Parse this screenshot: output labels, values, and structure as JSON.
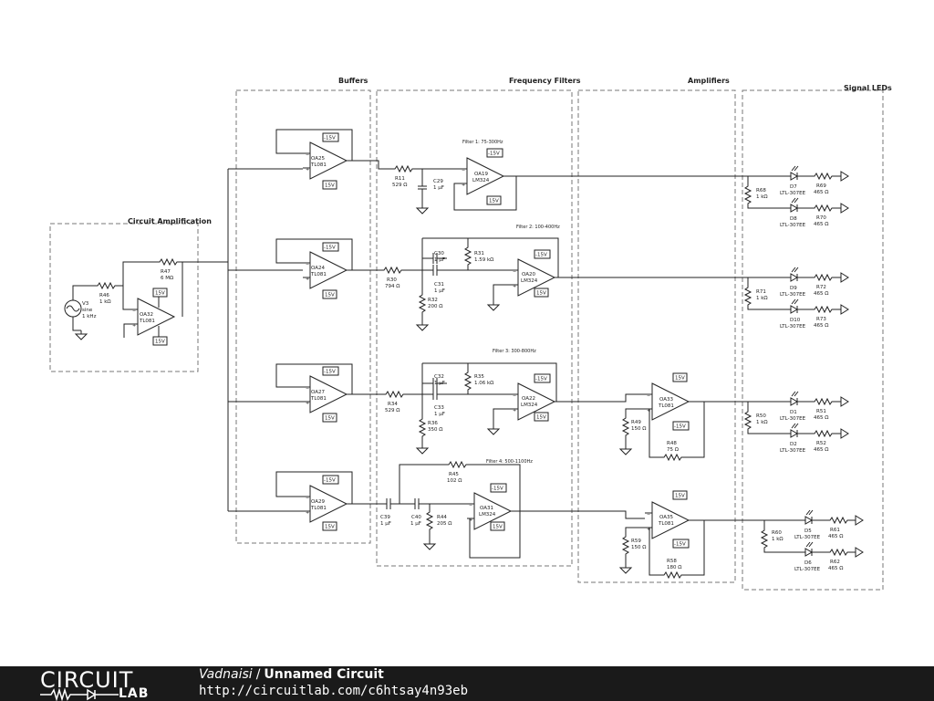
{
  "sections": {
    "circuit_amplification": "Circuit Amplification",
    "buffers": "Buffers",
    "frequency_filters": "Frequency Filters",
    "amplifiers": "Amplifiers",
    "signal_leds": "Signal LEDs"
  },
  "filters": {
    "f1": "Filter 1: 75-300Hz",
    "f2": "Filter 2: 100-400Hz",
    "f3": "Filter 3: 300-800Hz",
    "f4": "Filter 4: 500-1100Hz"
  },
  "source": {
    "name": "V3",
    "type": "sine",
    "freq": "1 kHz"
  },
  "opamps": {
    "oa32": {
      "name": "OA32",
      "part": "TL081"
    },
    "oa25": {
      "name": "OA25",
      "part": "TL081"
    },
    "oa24": {
      "name": "OA24",
      "part": "TL081"
    },
    "oa27": {
      "name": "OA27",
      "part": "TL081"
    },
    "oa29": {
      "name": "OA29",
      "part": "TL081"
    },
    "oa19": {
      "name": "OA19",
      "part": "LM324"
    },
    "oa20": {
      "name": "OA20",
      "part": "LM324"
    },
    "oa22": {
      "name": "OA22",
      "part": "LM324"
    },
    "oa31": {
      "name": "OA31",
      "part": "LM324"
    },
    "oa33": {
      "name": "OA33",
      "part": "TL081"
    },
    "oa35": {
      "name": "OA35",
      "part": "TL081"
    }
  },
  "supply": {
    "pos": "15V",
    "neg": "-15V"
  },
  "resistors": {
    "r46": {
      "name": "R46",
      "value": "1 kΩ"
    },
    "r47": {
      "name": "R47",
      "value": "6 MΩ"
    },
    "r11": {
      "name": "R11",
      "value": "529 Ω"
    },
    "r30": {
      "name": "R30",
      "value": "794 Ω"
    },
    "r31": {
      "name": "R31",
      "value": "1.59 kΩ"
    },
    "r32": {
      "name": "R32",
      "value": "200 Ω"
    },
    "r34": {
      "name": "R34",
      "value": "529 Ω"
    },
    "r35": {
      "name": "R35",
      "value": "1.06 kΩ"
    },
    "r36": {
      "name": "R36",
      "value": "350 Ω"
    },
    "r45": {
      "name": "R45",
      "value": "102 Ω"
    },
    "r44": {
      "name": "R44",
      "value": "205 Ω"
    },
    "r49": {
      "name": "R49",
      "value": "150 Ω"
    },
    "r48": {
      "name": "R48",
      "value": "75 Ω"
    },
    "r59": {
      "name": "R59",
      "value": "150 Ω"
    },
    "r58": {
      "name": "R58",
      "value": "180 Ω"
    },
    "r68": {
      "name": "R68",
      "value": "1 kΩ"
    },
    "r71": {
      "name": "R71",
      "value": "1 kΩ"
    },
    "r50": {
      "name": "R50",
      "value": "1 kΩ"
    },
    "r60": {
      "name": "R60",
      "value": "1 kΩ"
    },
    "r69": {
      "name": "R69",
      "value": "465 Ω"
    },
    "r70": {
      "name": "R70",
      "value": "465 Ω"
    },
    "r72": {
      "name": "R72",
      "value": "465 Ω"
    },
    "r73": {
      "name": "R73",
      "value": "465 Ω"
    },
    "r51": {
      "name": "R51",
      "value": "465 Ω"
    },
    "r52": {
      "name": "R52",
      "value": "465 Ω"
    },
    "r61": {
      "name": "R61",
      "value": "465 Ω"
    },
    "r62": {
      "name": "R62",
      "value": "465 Ω"
    }
  },
  "capacitors": {
    "c29": {
      "name": "C29",
      "value": "1 µF"
    },
    "c30": {
      "name": "C30",
      "value": "1 µF"
    },
    "c31": {
      "name": "C31",
      "value": "1 µF"
    },
    "c32": {
      "name": "C32",
      "value": "1 µF"
    },
    "c33": {
      "name": "C33",
      "value": "1 µF"
    },
    "c39": {
      "name": "C39",
      "value": "1 µF"
    },
    "c40": {
      "name": "C40",
      "value": "1 µF"
    }
  },
  "leds": {
    "d7": {
      "name": "D7",
      "part": "LTL-307EE"
    },
    "d8": {
      "name": "D8",
      "part": "LTL-307EE"
    },
    "d9": {
      "name": "D9",
      "part": "LTL-307EE"
    },
    "d10": {
      "name": "D10",
      "part": "LTL-307EE"
    },
    "d1": {
      "name": "D1",
      "part": "LTL-307EE"
    },
    "d2": {
      "name": "D2",
      "part": "LTL-307EE"
    },
    "d5": {
      "name": "D5",
      "part": "LTL-307EE"
    },
    "d6": {
      "name": "D6",
      "part": "LTL-307EE"
    }
  },
  "footer": {
    "logo_top": "CIRCUIT",
    "logo_bottom": "LAB",
    "author": "Vadnaisi",
    "separator": "/",
    "circuit_name": "Unnamed Circuit",
    "url": "http://circuitlab.com/c6htsay4n93eb"
  }
}
